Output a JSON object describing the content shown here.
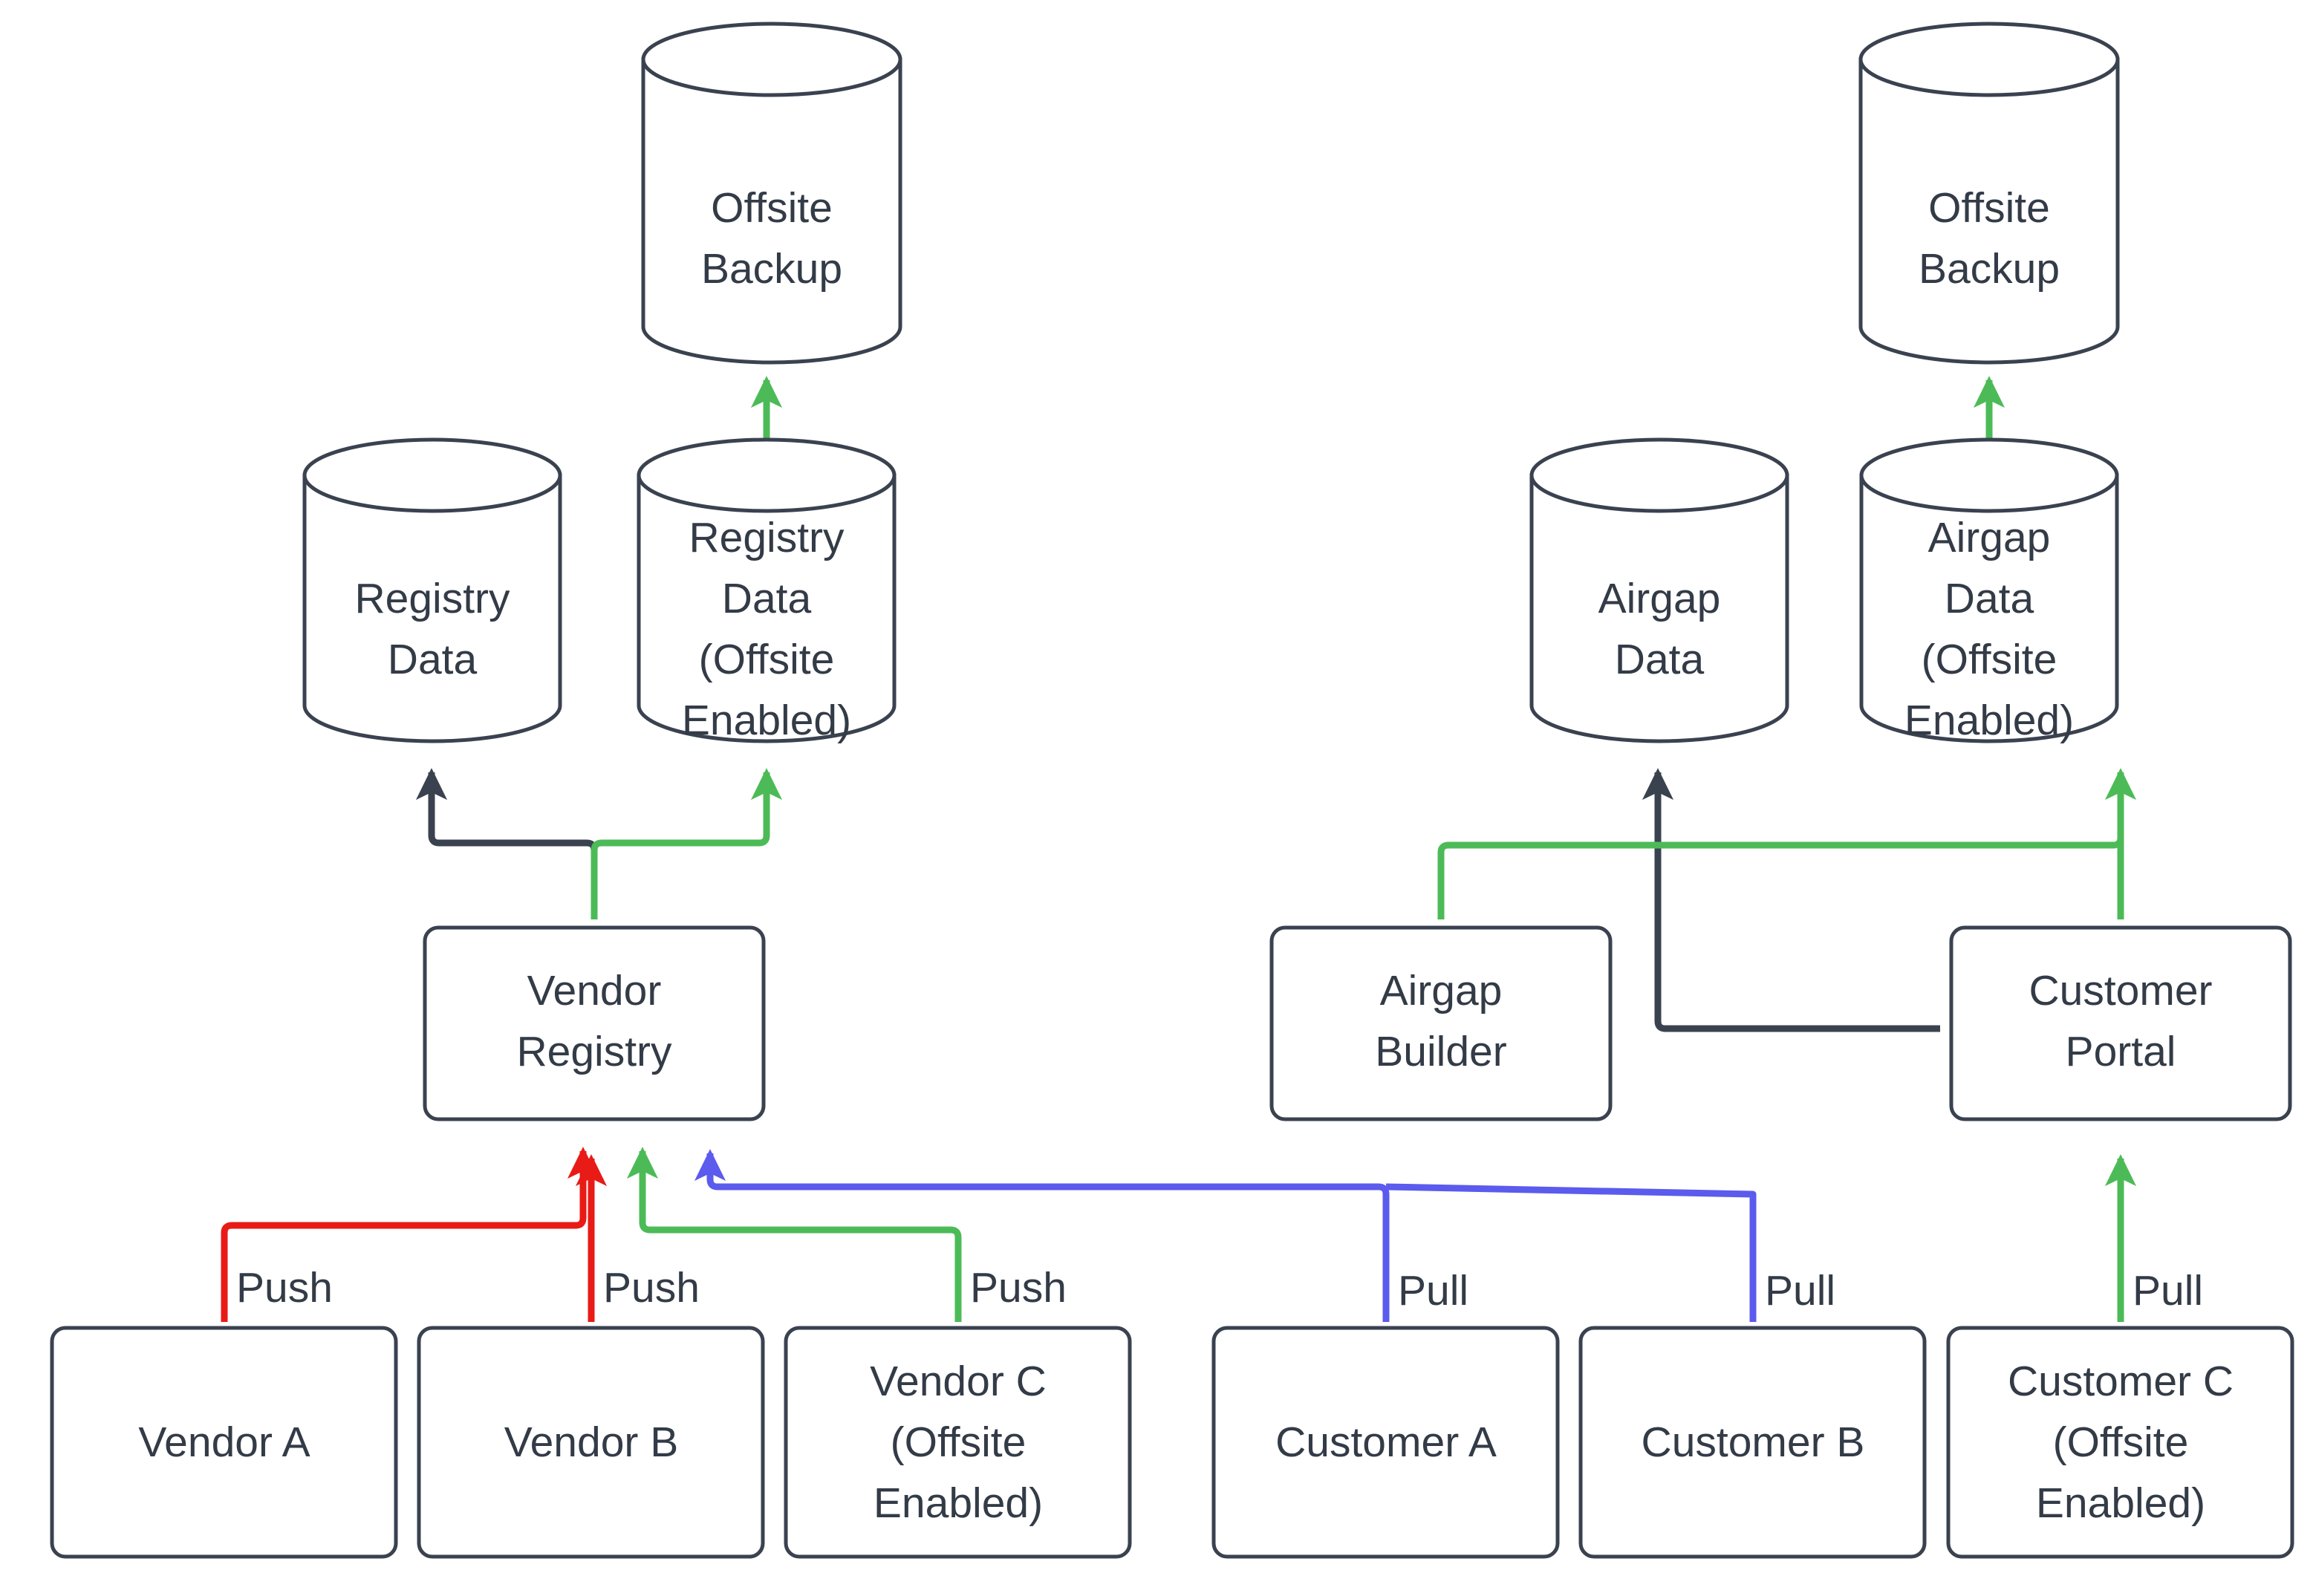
{
  "diagram": {
    "title": "Registry and Airgap Data Flow",
    "background": "#ffffff",
    "colors": {
      "dark": "#3a4250",
      "green": "#4cbb57",
      "red": "#e81b16",
      "purple": "#5b5bee",
      "text": "#333b47",
      "node_fill": "#ffffff"
    },
    "nodes": {
      "offsite_backup_left": {
        "label_line1": "Offsite",
        "label_line2": "Backup",
        "shape": "cylinder"
      },
      "offsite_backup_right": {
        "label_line1": "Offsite",
        "label_line2": "Backup",
        "shape": "cylinder"
      },
      "registry_data": {
        "label_line1": "Registry",
        "label_line2": "Data",
        "shape": "cylinder"
      },
      "registry_data_offsite": {
        "label_line1": "Registry",
        "label_line2": "Data",
        "label_line3": "(Offsite",
        "label_line4": "Enabled)",
        "shape": "cylinder"
      },
      "airgap_data": {
        "label_line1": "Airgap",
        "label_line2": "Data",
        "shape": "cylinder"
      },
      "airgap_data_offsite": {
        "label_line1": "Airgap",
        "label_line2": "Data",
        "label_line3": "(Offsite",
        "label_line4": "Enabled)",
        "shape": "cylinder"
      },
      "vendor_registry": {
        "label_line1": "Vendor",
        "label_line2": "Registry",
        "shape": "rounded-rect"
      },
      "airgap_builder": {
        "label_line1": "Airgap",
        "label_line2": "Builder",
        "shape": "rounded-rect"
      },
      "customer_portal": {
        "label_line1": "Customer",
        "label_line2": "Portal",
        "shape": "rounded-rect"
      },
      "vendor_a": {
        "label_line1": "Vendor A",
        "shape": "rounded-rect"
      },
      "vendor_b": {
        "label_line1": "Vendor B",
        "shape": "rounded-rect"
      },
      "vendor_c": {
        "label_line1": "Vendor C",
        "label_line2": "(Offsite",
        "label_line3": "Enabled)",
        "shape": "rounded-rect"
      },
      "customer_a": {
        "label_line1": "Customer A",
        "shape": "rounded-rect"
      },
      "customer_b": {
        "label_line1": "Customer B",
        "shape": "rounded-rect"
      },
      "customer_c": {
        "label_line1": "Customer C",
        "label_line2": "(Offsite",
        "label_line3": "Enabled)",
        "shape": "rounded-rect"
      }
    },
    "edge_labels": {
      "vendor_a_push": "Push",
      "vendor_b_push": "Push",
      "vendor_c_push": "Push",
      "customer_a_pull": "Pull",
      "customer_b_pull": "Pull",
      "customer_c_pull": "Pull"
    },
    "edges": [
      {
        "from": "registry_data_offsite",
        "to": "offsite_backup_left",
        "color": "green",
        "label": ""
      },
      {
        "from": "airgap_data_offsite",
        "to": "offsite_backup_right",
        "color": "green",
        "label": ""
      },
      {
        "from": "vendor_registry",
        "to": "registry_data",
        "color": "dark",
        "label": ""
      },
      {
        "from": "vendor_registry",
        "to": "registry_data_offsite",
        "color": "green",
        "label": ""
      },
      {
        "from": "customer_portal",
        "to": "airgap_data",
        "color": "dark",
        "label": ""
      },
      {
        "from": "airgap_builder",
        "to": "airgap_data_offsite",
        "color": "green",
        "label": ""
      },
      {
        "from": "customer_portal",
        "to": "airgap_data_offsite",
        "color": "green",
        "label": ""
      },
      {
        "from": "vendor_a",
        "to": "vendor_registry",
        "color": "red",
        "label": "Push"
      },
      {
        "from": "vendor_b",
        "to": "vendor_registry",
        "color": "red",
        "label": "Push"
      },
      {
        "from": "vendor_c",
        "to": "vendor_registry",
        "color": "green",
        "label": "Push"
      },
      {
        "from": "customer_a",
        "to": "vendor_registry",
        "color": "purple",
        "label": "Pull"
      },
      {
        "from": "customer_b",
        "to": "vendor_registry",
        "color": "purple",
        "label": "Pull"
      },
      {
        "from": "customer_c",
        "to": "customer_portal",
        "color": "green",
        "label": "Pull"
      }
    ]
  }
}
